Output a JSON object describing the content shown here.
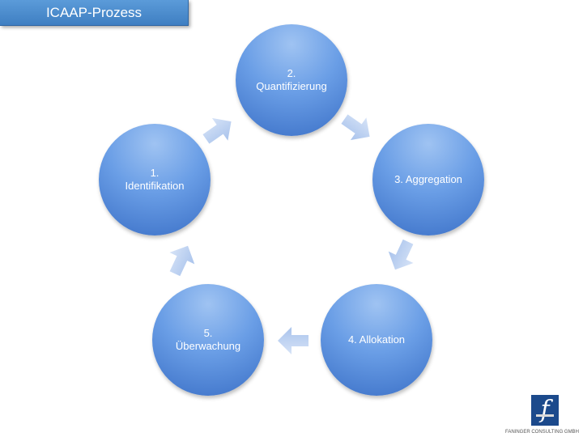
{
  "title": "ICAAP-Prozess",
  "steps": [
    {
      "line1": "1.",
      "line2": "Identifikation"
    },
    {
      "line1": "2.",
      "line2": "Quantifizierung"
    },
    {
      "line1": "3. Aggregation",
      "line2": ""
    },
    {
      "line1": "4. Allokation",
      "line2": ""
    },
    {
      "line1": "5.",
      "line2": "Überwachung"
    }
  ],
  "logo": {
    "mark": "f",
    "text": "FANINGER CONSULTING GMBH"
  },
  "colors": {
    "node": "#6a9ee6",
    "arrow": "#b8cff0",
    "title_bg": "#4a8bcf"
  }
}
